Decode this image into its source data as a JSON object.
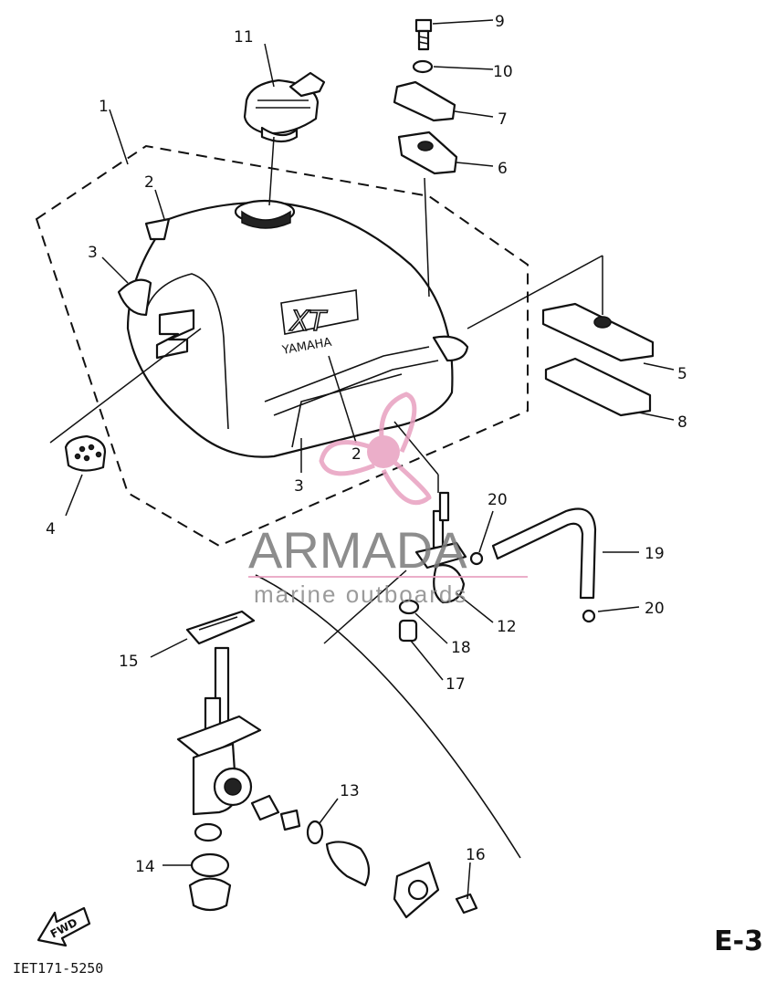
{
  "callouts": {
    "c1": "1",
    "c2a": "2",
    "c2b": "2",
    "c3a": "3",
    "c3b": "3",
    "c4": "4",
    "c5": "5",
    "c6": "6",
    "c7": "7",
    "c8": "8",
    "c9": "9",
    "c10": "10",
    "c11": "11",
    "c12": "12",
    "c13": "13",
    "c14": "14",
    "c15": "15",
    "c16": "16",
    "c17": "17",
    "c18": "18",
    "c19": "19",
    "c20a": "20",
    "c20b": "20"
  },
  "tank_markings": {
    "model": "XT",
    "brand": "YAMAHA"
  },
  "watermark": {
    "name": "ARMADA",
    "tagline": "marine outboards"
  },
  "fwd_label": "FWD",
  "diagram_code": "IET171-5250",
  "page_id": "E-3",
  "colors": {
    "ink": "#111111",
    "watermark_pink": "#e8a0c0",
    "watermark_gray": "#7a7a7a"
  }
}
